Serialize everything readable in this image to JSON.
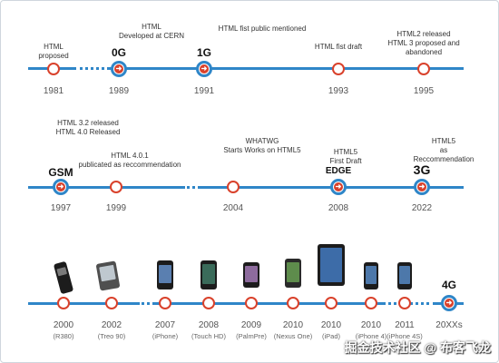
{
  "row1": {
    "events": [
      {
        "year": "1981",
        "note": "HTML\nproposed",
        "gen": ""
      },
      {
        "year": "1989",
        "note": "HTML\nDeveloped at CERN",
        "gen": "0G"
      },
      {
        "year": "1991",
        "note": "HTML fist public mentioned",
        "gen": "1G"
      },
      {
        "year": "1993",
        "note": "HTML fist draft",
        "gen": ""
      },
      {
        "year": "1995",
        "note": "HTML2 released\nHTML 3 proposed and abandoned",
        "gen": ""
      }
    ]
  },
  "row2": {
    "events": [
      {
        "year": "1997",
        "note": "HTML 3.2 released\nHTML 4.0 Released",
        "gen": "GSM"
      },
      {
        "year": "1999",
        "note": "HTML 4.0.1\npublicated as reccommendation",
        "gen": ""
      },
      {
        "year": "2004",
        "note": "WHATWG\nStarts Works on HTML5",
        "gen": ""
      },
      {
        "year": "2008",
        "note": "HTML5\nFirst Draft",
        "gen": "EDGE"
      },
      {
        "year": "2022",
        "note": "HTML5\nas Reccommendation",
        "gen": "3G"
      }
    ]
  },
  "row3": {
    "devices": [
      {
        "year": "2000",
        "model": "(R380)"
      },
      {
        "year": "2002",
        "model": "(Treo 90)"
      },
      {
        "year": "2007",
        "model": "(iPhone)"
      },
      {
        "year": "2008",
        "model": "(Touch HD)"
      },
      {
        "year": "2009",
        "model": "(PalmPre)"
      },
      {
        "year": "2010",
        "model": "(Nexus One)"
      },
      {
        "year": "2010",
        "model": "(iPad)"
      },
      {
        "year": "2010",
        "model": "(iPhone 4)"
      },
      {
        "year": "2011",
        "model": "(iPhone 4S)"
      },
      {
        "year": "20XXs",
        "model": "",
        "gen": "4G"
      }
    ]
  },
  "watermark": "掘金技术社区 @ 布客飞龙",
  "colors": {
    "line": "#2f86c8",
    "node": "#d9412b"
  }
}
